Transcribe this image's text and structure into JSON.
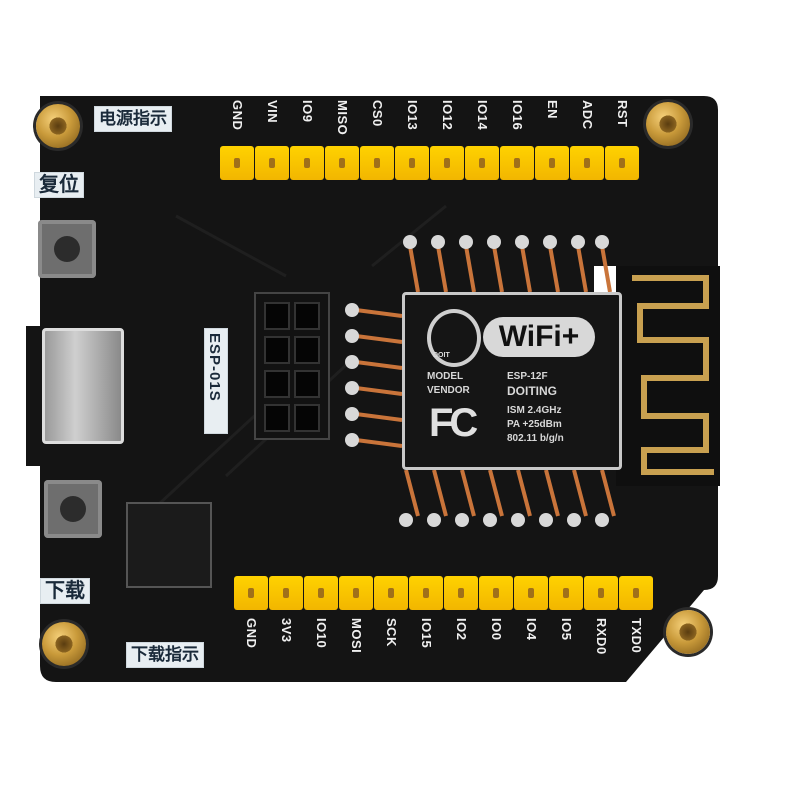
{
  "image": {
    "subject": "ESP8266 ESP-12F / ESP-01S programmer development board",
    "background_color": "#ffffff",
    "pcb_color": "#141414",
    "header_color": "#f5c400",
    "silk_color": "#f0f0f0"
  },
  "labels": {
    "power_indicator": "电源指示",
    "reset": "复位",
    "download": "下载",
    "download_indicator": "下载指示",
    "esp01s": "ESP-01S"
  },
  "top_header": {
    "pins": [
      "GND",
      "VIN",
      "IO9",
      "MISO",
      "CS0",
      "IO13",
      "IO12",
      "IO14",
      "IO16",
      "EN",
      "ADC",
      "RST"
    ]
  },
  "bottom_header": {
    "pins": [
      "GND",
      "3V3",
      "IO10",
      "MOSI",
      "SCK",
      "IO15",
      "IO2",
      "IO0",
      "IO4",
      "IO5",
      "RXD0",
      "TXD0"
    ]
  },
  "module": {
    "badge": "WiFi+",
    "logo_text": "DOIT",
    "model_label": "MODEL",
    "model_value": "ESP-12F",
    "vendor_label": "VENDOR",
    "vendor_value": "DOITING",
    "fcc_mark": "FC",
    "spec_lines": [
      "ISM  2.4GHz",
      "PA  +25dBm",
      "802.11 b/g/n"
    ]
  }
}
